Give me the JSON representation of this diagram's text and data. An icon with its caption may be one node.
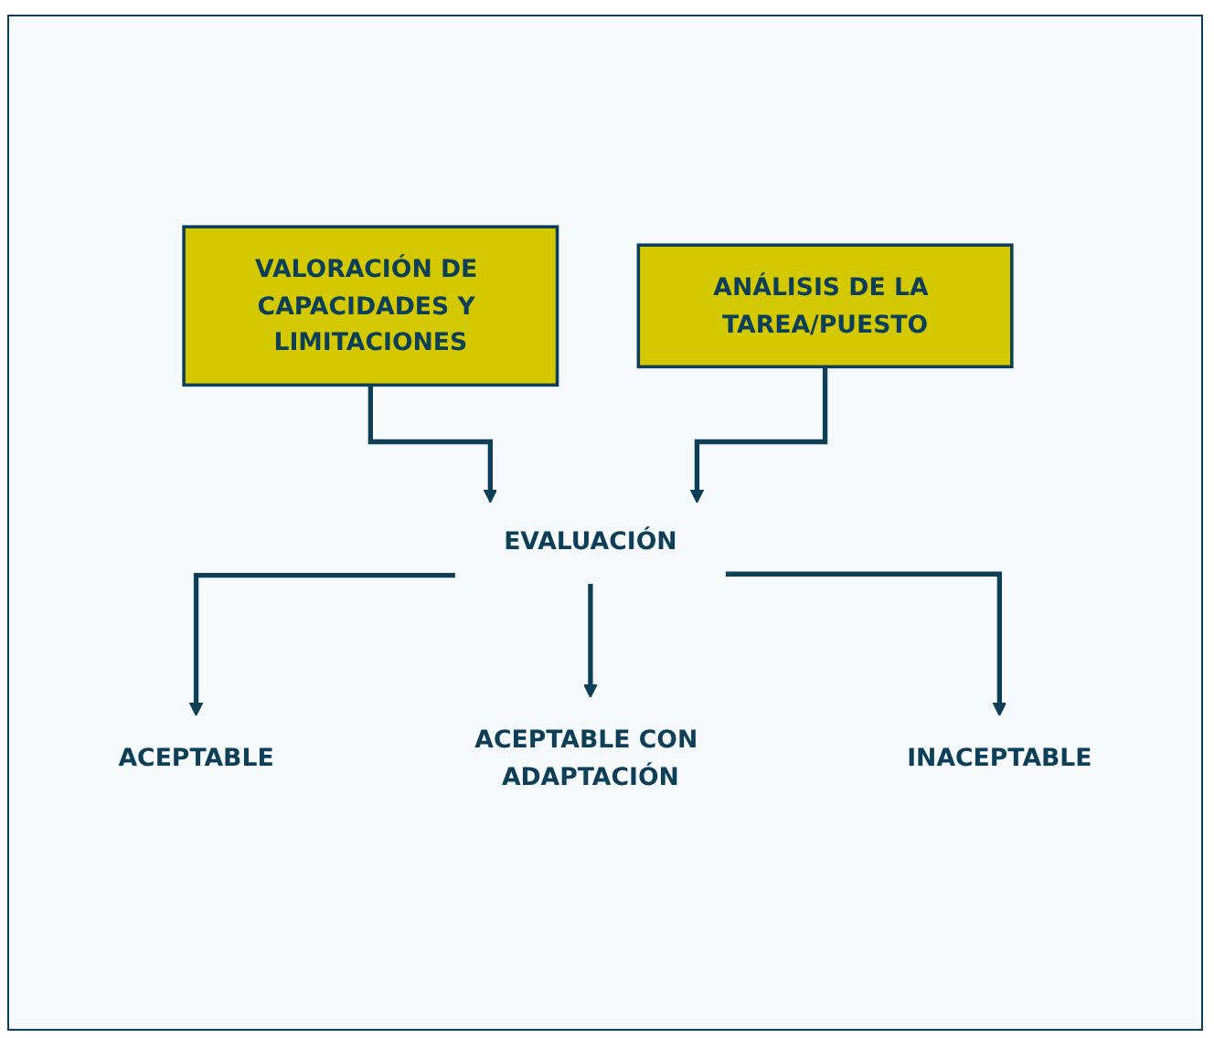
{
  "diagram": {
    "nodes": [
      {
        "text": [
          "VALORACIÓN DE CAPACIDADES Y LIMITACIONES"
        ]
      },
      {
        "text": [
          "ANÁLISIS DE LA TAREA/PUESTO"
        ]
      },
      {
        "text": [
          "EVALUACIÓN"
        ]
      },
      {
        "text": [
          "ACEPTABLE"
        ]
      },
      {
        "text": [
          "ACEPTABLE CON ADAPTACIÓN"
        ]
      },
      {
        "text": [
          "INACEPTABLE"
        ]
      }
    ],
    "edges": [
      {
        "from": 0,
        "to": 2,
        "arrow": "to"
      },
      {
        "from": 1,
        "to": 2,
        "arrow": "to"
      },
      {
        "from": 2,
        "to": 3,
        "arrow": "to"
      },
      {
        "from": 2,
        "to": 4,
        "arrow": "to"
      },
      {
        "from": 2,
        "to": 5,
        "arrow": "to"
      }
    ]
  }
}
